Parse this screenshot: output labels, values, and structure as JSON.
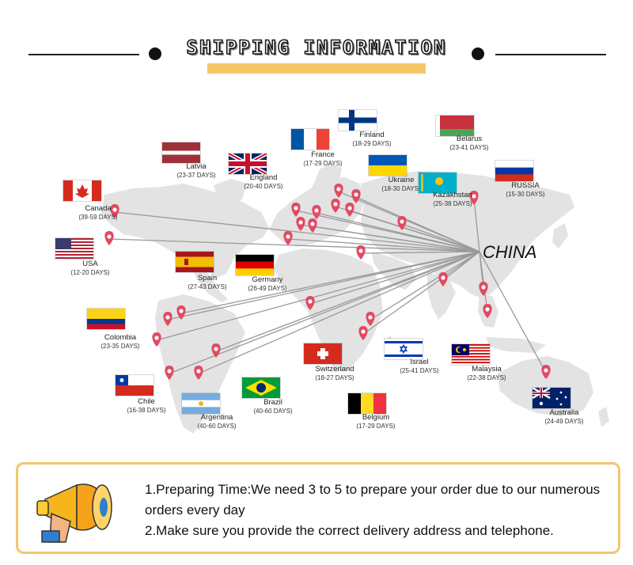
{
  "header": {
    "title": "SHIPPING INFORMATION"
  },
  "hub": {
    "label": "CHINA"
  },
  "colors": {
    "accent": "#f6c765",
    "pin": "#e14a63",
    "route": "#9a9a9a",
    "land": "#e3e3e3"
  },
  "countries": [
    {
      "name": "Canada",
      "days": "(39-59 DAYS)",
      "flag": "canada"
    },
    {
      "name": "USA",
      "days": "(12-20 DAYS)",
      "flag": "usa"
    },
    {
      "name": "Latvia",
      "days": "(23-37 DAYS)",
      "flag": "latvia"
    },
    {
      "name": "England",
      "days": "(20-40 DAYS)",
      "flag": "uk"
    },
    {
      "name": "France",
      "days": "(17-29 DAYS)",
      "flag": "france"
    },
    {
      "name": "Finland",
      "days": "(18-29 DAYS)",
      "flag": "finland"
    },
    {
      "name": "Ukraine",
      "days": "(18-30 DAYS)",
      "flag": "ukraine"
    },
    {
      "name": "Belarus",
      "days": "(23-41 DAYS)",
      "flag": "belarus"
    },
    {
      "name": "Kazakhstan",
      "days": "(25-38 DAYS)",
      "flag": "kazakhstan"
    },
    {
      "name": "RUSSIA",
      "days": "(15-30 DAYS)",
      "flag": "russia"
    },
    {
      "name": "Spain",
      "days": "(27-43 DAYS)",
      "flag": "spain"
    },
    {
      "name": "Germany",
      "days": "(26-49 DAYS)",
      "flag": "germany"
    },
    {
      "name": "Colombia",
      "days": "(23-35 DAYS)",
      "flag": "colombia"
    },
    {
      "name": "Chile",
      "days": "(16-38 DAYS)",
      "flag": "chile"
    },
    {
      "name": "Argentina",
      "days": "(40-60 DAYS)",
      "flag": "argentina"
    },
    {
      "name": "Brazil",
      "days": "(40-60 DAYS)",
      "flag": "brazil"
    },
    {
      "name": "Switzerland",
      "days": "(18-27 DAYS)",
      "flag": "switzerland"
    },
    {
      "name": "Belgium",
      "days": "(17-29 DAYS)",
      "flag": "belgium"
    },
    {
      "name": "Israel",
      "days": "(25-41 DAYS)",
      "flag": "israel"
    },
    {
      "name": "Malaysia",
      "days": "(22-38 DAYS)",
      "flag": "malaysia"
    },
    {
      "name": "Australia",
      "days": "(24-49 DAYS)",
      "flag": "australia"
    }
  ],
  "notice": {
    "icon": "megaphone-icon",
    "line1": "1.Preparing Time:We need 3 to 5 to prepare your order due to our numerous",
    "line2": "orders every day",
    "line3": "2.Make sure you provide the correct delivery address and telephone."
  }
}
